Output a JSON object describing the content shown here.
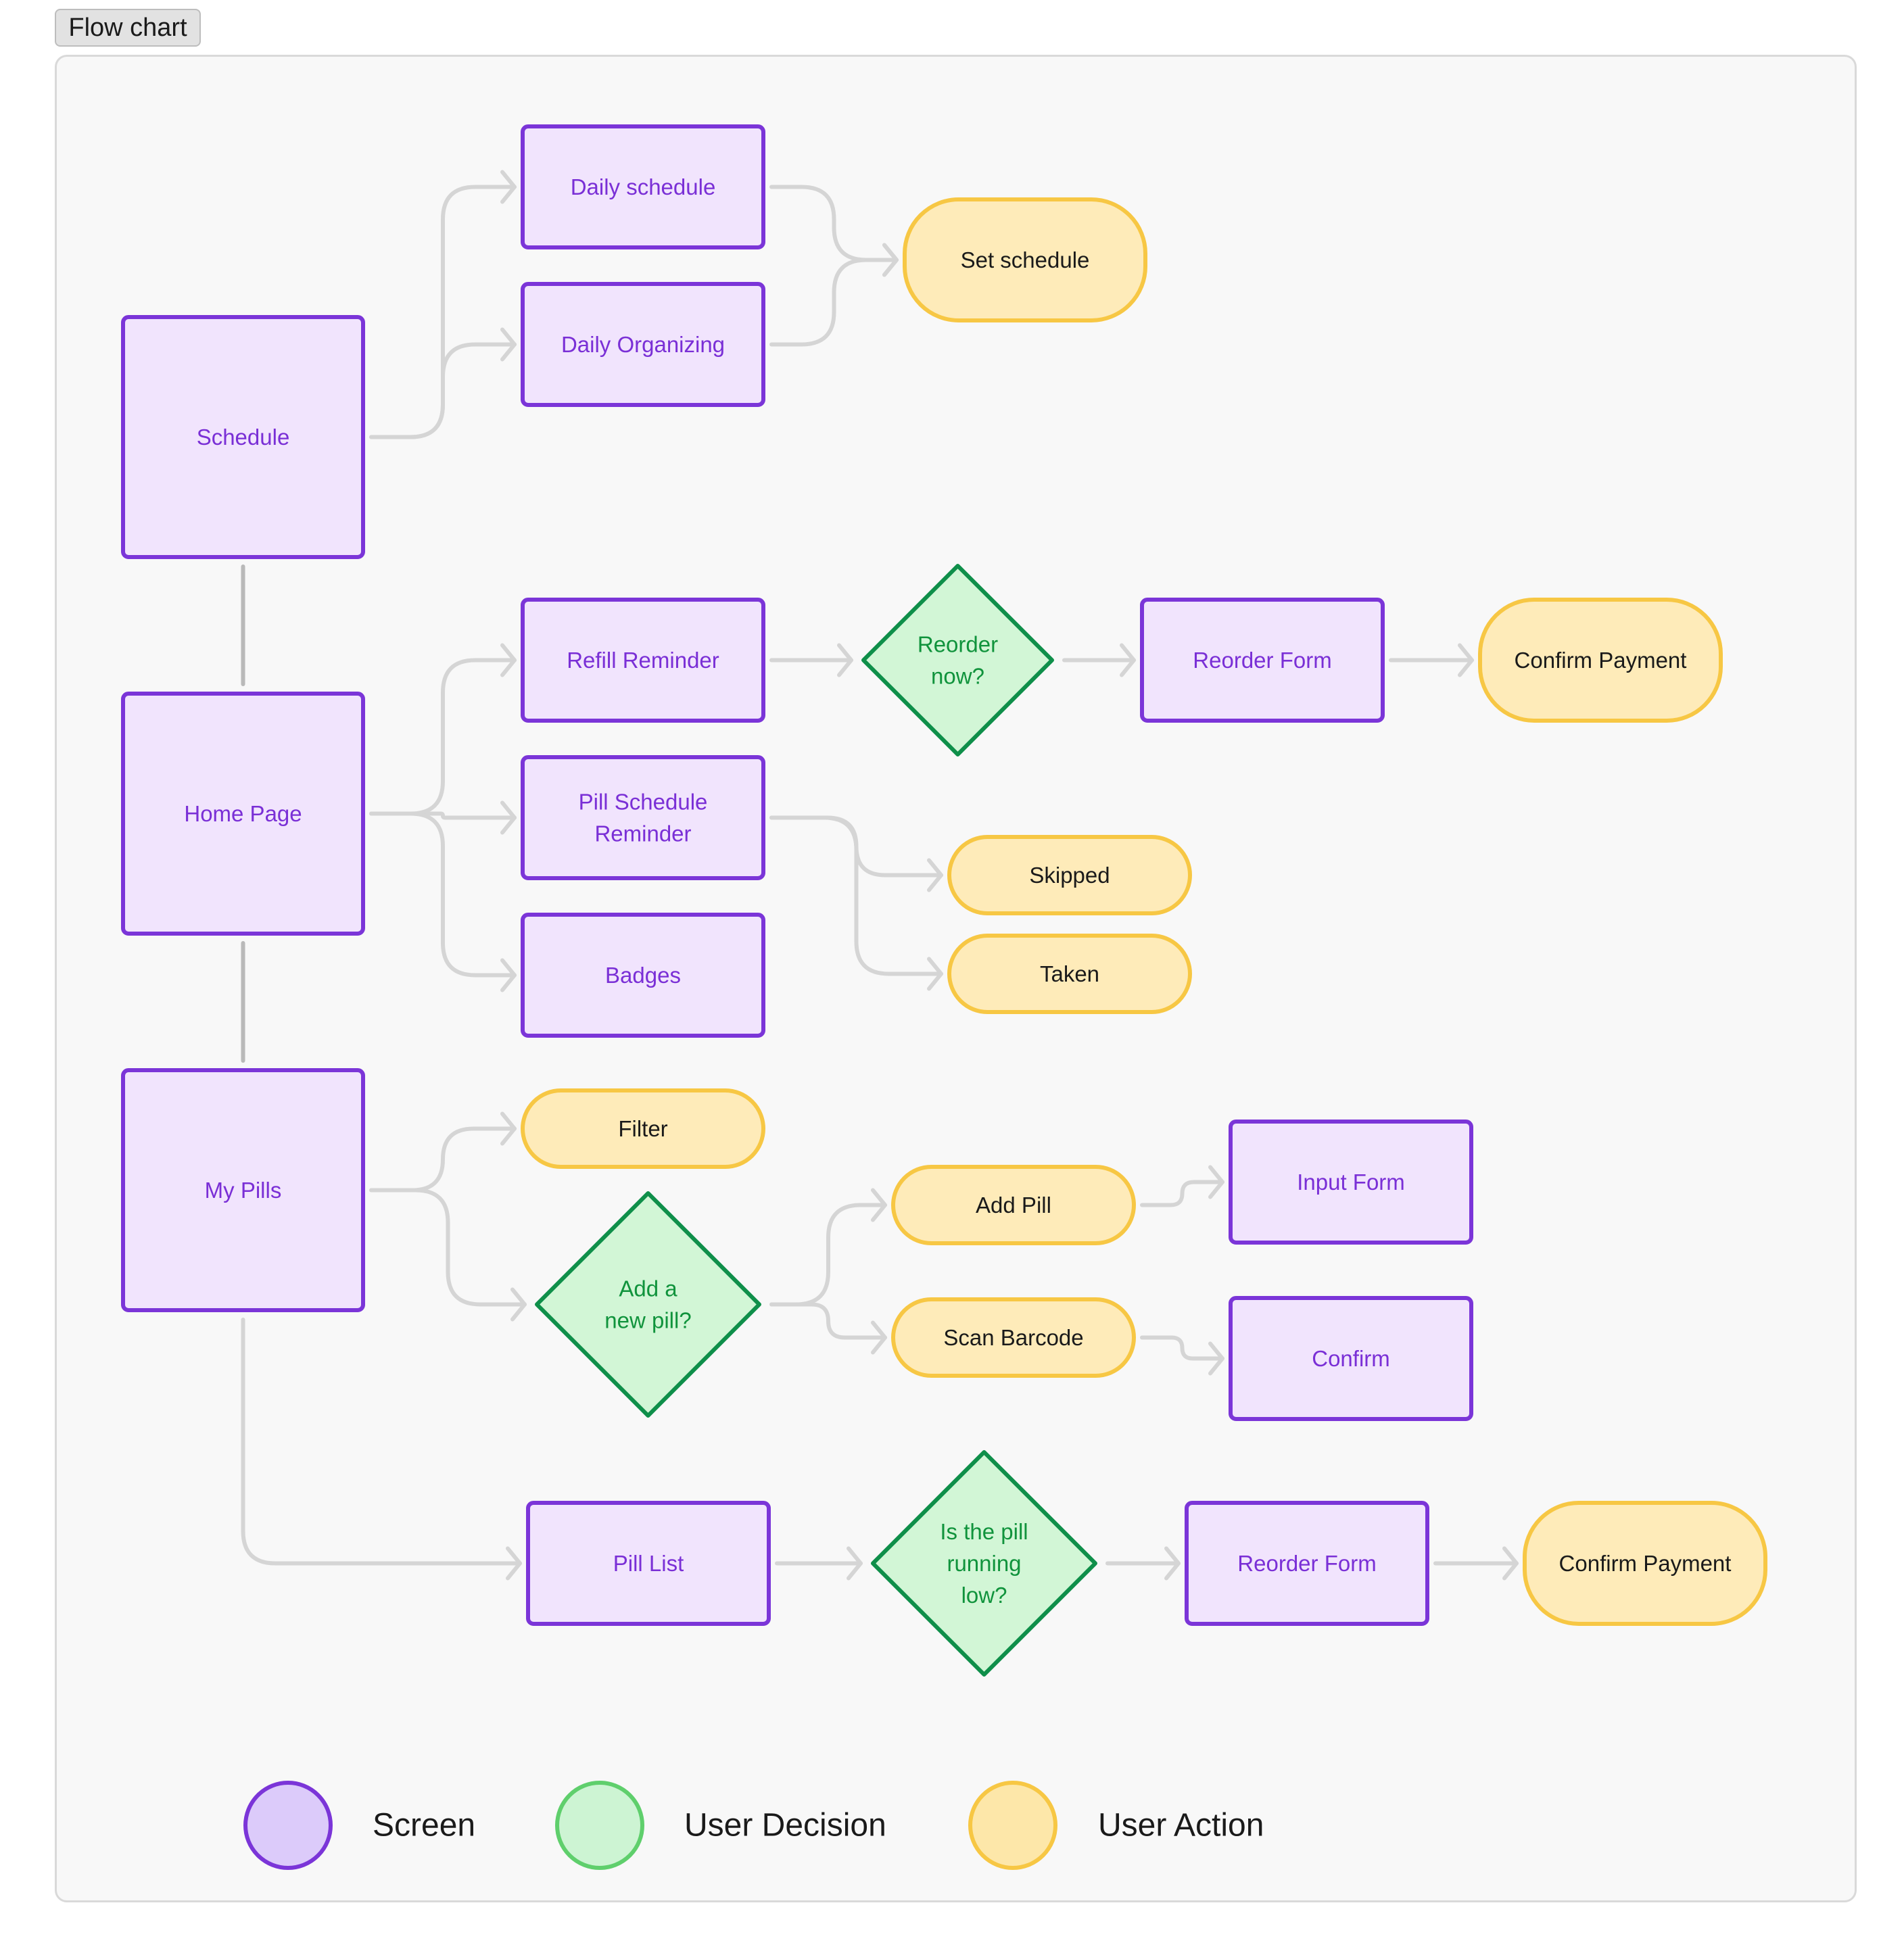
{
  "tab": {
    "label": "Flow chart"
  },
  "colors": {
    "screen_fill": "#f1e4fd",
    "screen_stroke": "#7b35d8",
    "screen_text": "#7a2fd6",
    "decision_fill": "#d2f6d6",
    "decision_stroke": "#0f8f4a",
    "decision_text": "#10933c",
    "action_fill": "#feebb9",
    "action_stroke": "#f7c744",
    "action_text": "#1a1a1a",
    "connector": "#d5d5d5",
    "spine": "#b9b9b9",
    "legend_screen_fill": "#dccbfa",
    "legend_screen_stroke": "#7b35d8",
    "legend_decision_fill": "#cdf4d3",
    "legend_decision_stroke": "#5fcf6c",
    "legend_action_fill": "#fde7a9",
    "legend_action_stroke": "#f7c744",
    "legend_text": "#1a1a1a"
  },
  "nodes": {
    "schedule": {
      "type": "screen",
      "label": "Schedule"
    },
    "daily_schedule": {
      "type": "screen",
      "label": "Daily schedule"
    },
    "daily_organizing": {
      "type": "screen",
      "label": "Daily Organizing"
    },
    "set_schedule": {
      "type": "action",
      "label": "Set schedule"
    },
    "home_page": {
      "type": "screen",
      "label": "Home Page"
    },
    "refill_reminder": {
      "type": "screen",
      "label": "Refill Reminder"
    },
    "reorder_now": {
      "type": "decision",
      "label": [
        "Reorder",
        "now?"
      ]
    },
    "reorder_form_1": {
      "type": "screen",
      "label": "Reorder Form"
    },
    "confirm_payment_1": {
      "type": "action",
      "label": "Confirm Payment"
    },
    "pill_schedule_reminder": {
      "type": "screen",
      "label": [
        "Pill Schedule",
        "Reminder"
      ]
    },
    "skipped": {
      "type": "action",
      "label": "Skipped"
    },
    "taken": {
      "type": "action",
      "label": "Taken"
    },
    "badges": {
      "type": "screen",
      "label": "Badges"
    },
    "my_pills": {
      "type": "screen",
      "label": "My Pills"
    },
    "filter": {
      "type": "action",
      "label": "Filter"
    },
    "add_new_pill": {
      "type": "decision",
      "label": [
        "Add a",
        "new pill?"
      ]
    },
    "add_pill": {
      "type": "action",
      "label": "Add Pill"
    },
    "scan_barcode": {
      "type": "action",
      "label": "Scan Barcode"
    },
    "input_form": {
      "type": "screen",
      "label": "Input Form"
    },
    "confirm": {
      "type": "screen",
      "label": "Confirm"
    },
    "pill_list": {
      "type": "screen",
      "label": "Pill List"
    },
    "pill_running_low": {
      "type": "decision",
      "label": [
        "Is the pill",
        "running",
        "low?"
      ]
    },
    "reorder_form_2": {
      "type": "screen",
      "label": "Reorder Form"
    },
    "confirm_payment_2": {
      "type": "action",
      "label": "Confirm Payment"
    }
  },
  "edges": [
    {
      "from": "schedule",
      "to": "daily_schedule"
    },
    {
      "from": "schedule",
      "to": "daily_organizing"
    },
    {
      "from": "daily_schedule",
      "to": "set_schedule"
    },
    {
      "from": "daily_organizing",
      "to": "set_schedule"
    },
    {
      "from": "home_page",
      "to": "refill_reminder"
    },
    {
      "from": "home_page",
      "to": "pill_schedule_reminder"
    },
    {
      "from": "home_page",
      "to": "badges"
    },
    {
      "from": "refill_reminder",
      "to": "reorder_now"
    },
    {
      "from": "reorder_now",
      "to": "reorder_form_1"
    },
    {
      "from": "reorder_form_1",
      "to": "confirm_payment_1"
    },
    {
      "from": "pill_schedule_reminder",
      "to": "skipped"
    },
    {
      "from": "pill_schedule_reminder",
      "to": "taken"
    },
    {
      "from": "my_pills",
      "to": "filter"
    },
    {
      "from": "my_pills",
      "to": "add_new_pill"
    },
    {
      "from": "add_new_pill",
      "to": "add_pill"
    },
    {
      "from": "add_new_pill",
      "to": "scan_barcode"
    },
    {
      "from": "add_pill",
      "to": "input_form"
    },
    {
      "from": "scan_barcode",
      "to": "confirm"
    },
    {
      "from": "my_pills",
      "to": "pill_list"
    },
    {
      "from": "pill_list",
      "to": "pill_running_low"
    },
    {
      "from": "pill_running_low",
      "to": "reorder_form_2"
    },
    {
      "from": "reorder_form_2",
      "to": "confirm_payment_2"
    },
    {
      "from": "schedule",
      "to": "home_page",
      "style": "spine"
    },
    {
      "from": "home_page",
      "to": "my_pills",
      "style": "spine"
    }
  ],
  "legend": [
    {
      "type": "screen",
      "label": "Screen"
    },
    {
      "type": "decision",
      "label": "User Decision"
    },
    {
      "type": "action",
      "label": "User Action"
    }
  ]
}
